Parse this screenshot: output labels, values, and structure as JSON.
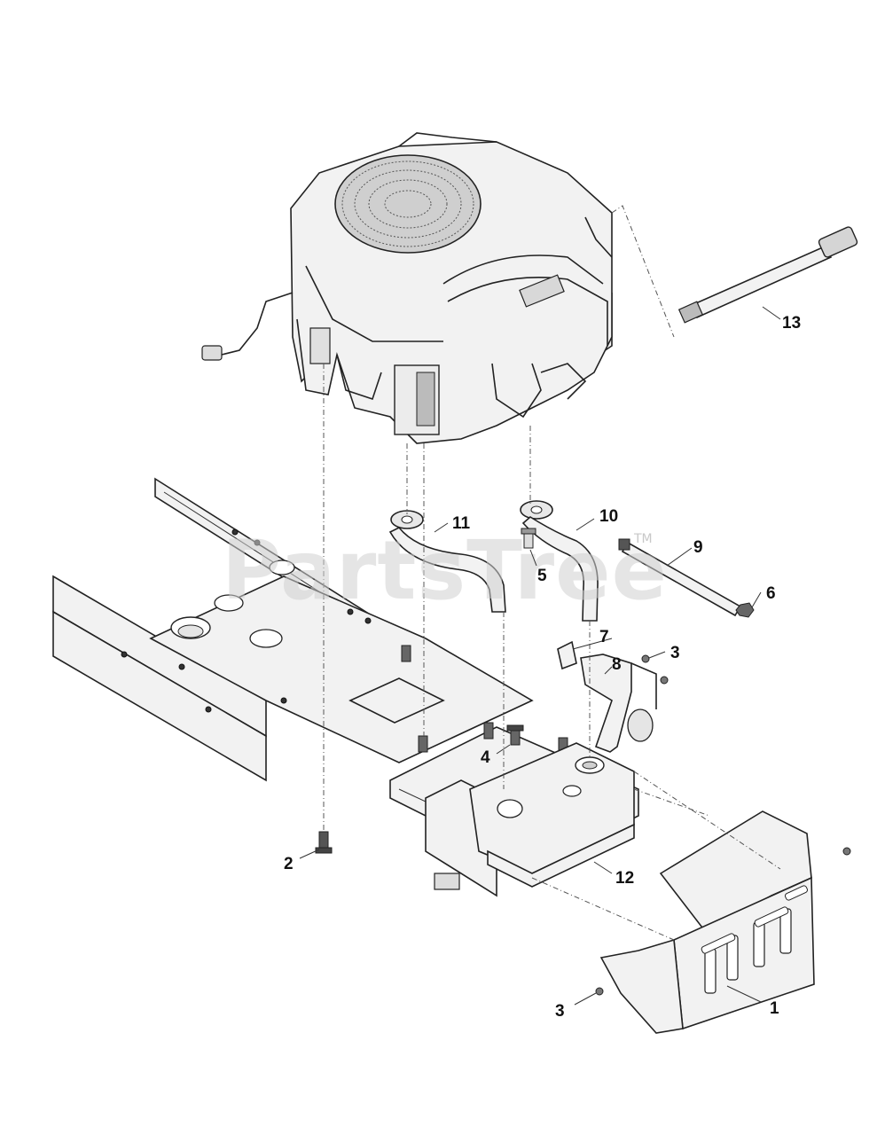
{
  "watermark": {
    "text": "PartsTree",
    "trademark": "TM"
  },
  "callouts": [
    {
      "id": "1",
      "label": "1"
    },
    {
      "id": "2",
      "label": "2"
    },
    {
      "id": "3a",
      "label": "3"
    },
    {
      "id": "3b",
      "label": "3"
    },
    {
      "id": "4",
      "label": "4"
    },
    {
      "id": "5",
      "label": "5"
    },
    {
      "id": "6",
      "label": "6"
    },
    {
      "id": "7",
      "label": "7"
    },
    {
      "id": "8",
      "label": "8"
    },
    {
      "id": "9",
      "label": "9"
    },
    {
      "id": "10",
      "label": "10"
    },
    {
      "id": "11",
      "label": "11"
    },
    {
      "id": "12",
      "label": "12"
    },
    {
      "id": "13",
      "label": "13"
    }
  ]
}
